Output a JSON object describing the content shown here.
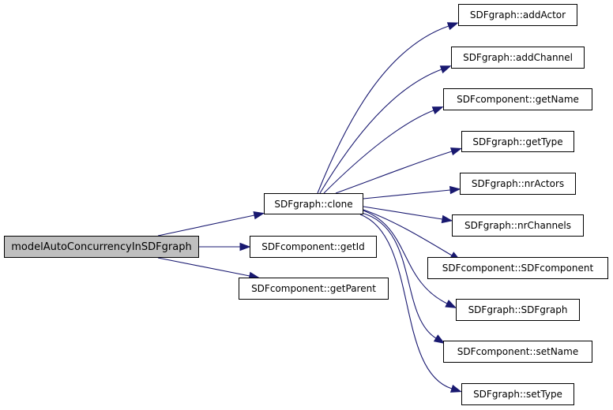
{
  "graph": {
    "title": "Call graph for modelAutoConcurrencyInSDFgraph",
    "edge_color": "#191970",
    "root_fill": "#bfbfbf",
    "nodes": [
      {
        "id": "root",
        "label": "modelAutoConcurrencyInSDFgraph",
        "root": true
      },
      {
        "id": "clone",
        "label": "SDFgraph::clone"
      },
      {
        "id": "getId",
        "label": "SDFcomponent::getId"
      },
      {
        "id": "getParent",
        "label": "SDFcomponent::getParent"
      },
      {
        "id": "addActor",
        "label": "SDFgraph::addActor"
      },
      {
        "id": "addChannel",
        "label": "SDFgraph::addChannel"
      },
      {
        "id": "getName",
        "label": "SDFcomponent::getName"
      },
      {
        "id": "getType",
        "label": "SDFgraph::getType"
      },
      {
        "id": "nrActors",
        "label": "SDFgraph::nrActors"
      },
      {
        "id": "nrChannels",
        "label": "SDFgraph::nrChannels"
      },
      {
        "id": "sdfcomponent",
        "label": "SDFcomponent::SDFcomponent"
      },
      {
        "id": "sdfgraph",
        "label": "SDFgraph::SDFgraph"
      },
      {
        "id": "setName",
        "label": "SDFcomponent::setName"
      },
      {
        "id": "setType",
        "label": "SDFgraph::setType"
      }
    ],
    "edges": [
      {
        "from": "root",
        "to": "clone"
      },
      {
        "from": "root",
        "to": "getId"
      },
      {
        "from": "root",
        "to": "getParent"
      },
      {
        "from": "clone",
        "to": "addActor"
      },
      {
        "from": "clone",
        "to": "addChannel"
      },
      {
        "from": "clone",
        "to": "getName"
      },
      {
        "from": "clone",
        "to": "getType"
      },
      {
        "from": "clone",
        "to": "nrActors"
      },
      {
        "from": "clone",
        "to": "nrChannels"
      },
      {
        "from": "clone",
        "to": "sdfcomponent"
      },
      {
        "from": "clone",
        "to": "sdfgraph"
      },
      {
        "from": "clone",
        "to": "setName"
      },
      {
        "from": "clone",
        "to": "setType"
      }
    ]
  }
}
